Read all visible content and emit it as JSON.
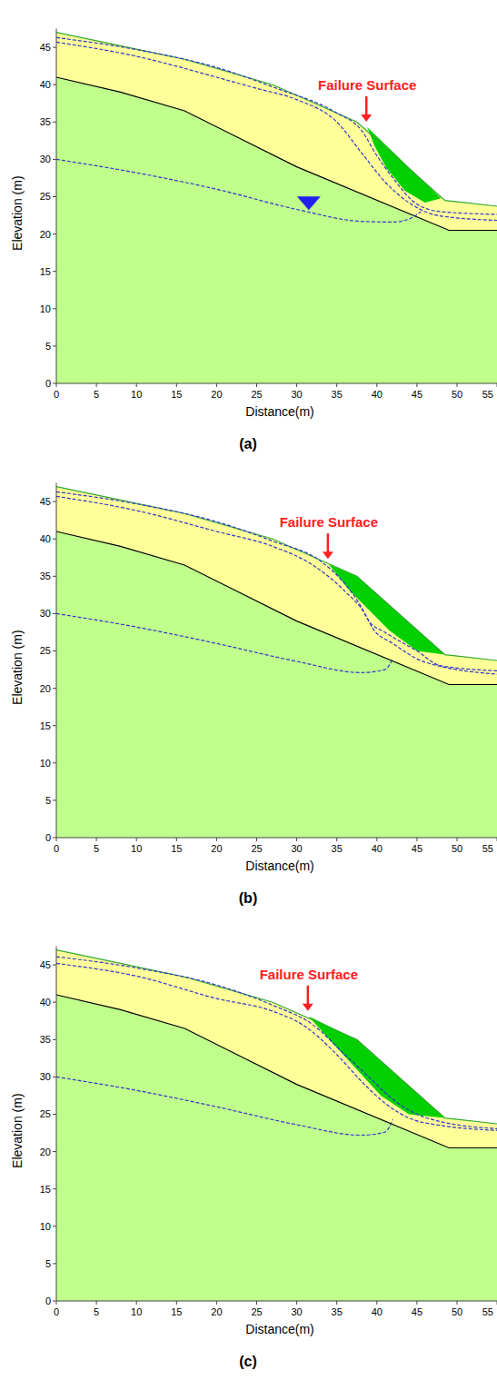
{
  "diagram": {
    "labels": [
      "Failure Surface",
      "45",
      "40",
      "35",
      "30",
      "25",
      "20",
      "15",
      "10",
      "5",
      "0",
      "Elevation (m)",
      "0",
      "5",
      "10",
      "15",
      "20",
      "25",
      "30",
      "35",
      "40",
      "45",
      "50",
      "55",
      "Distance(m)",
      "(a)",
      "Failure Surface",
      "45",
      "40",
      "35",
      "30",
      "25",
      "20",
      "15",
      "10",
      "5",
      "0",
      "Elevation (m)",
      "0",
      "5",
      "10",
      "15",
      "20",
      "25",
      "30",
      "35",
      "40",
      "45",
      "50",
      "55",
      "Distance(m)",
      "(b)",
      "Failure Surface",
      "45",
      "40",
      "35",
      "30",
      "25",
      "20",
      "15",
      "10",
      "5",
      "0",
      "Elevation (m)",
      "0",
      "5",
      "10",
      "15",
      "20",
      "25",
      "30",
      "35",
      "40",
      "45",
      "50",
      "55",
      "Distance(m)",
      "(c)"
    ]
  }
}
